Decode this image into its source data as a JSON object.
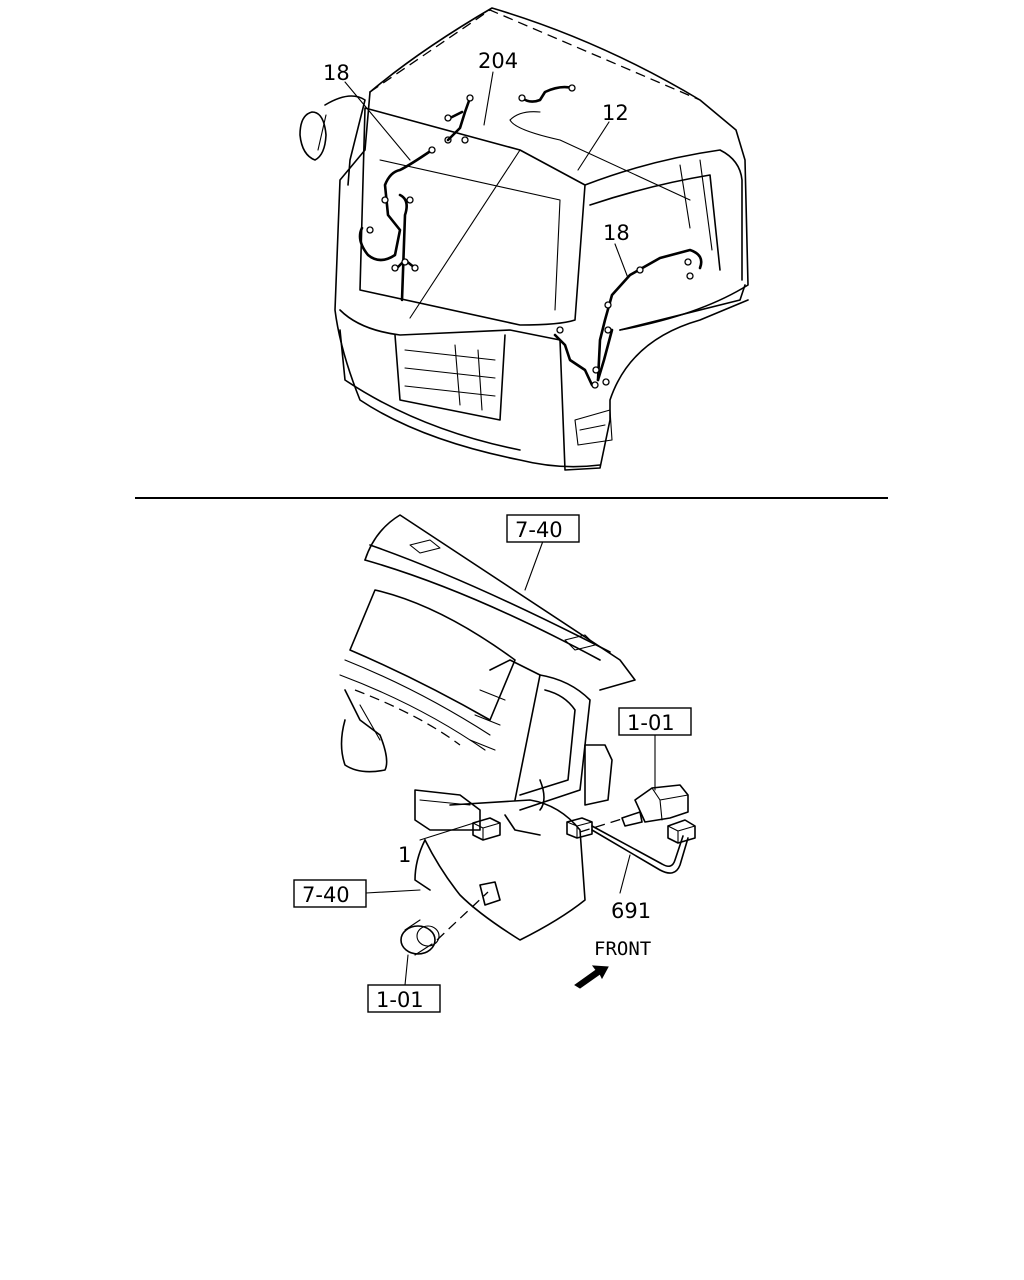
{
  "top_view": {
    "callouts": {
      "harness_left": "18",
      "harness_top": "204",
      "harness_roof": "12",
      "harness_right": "18"
    }
  },
  "bottom_view": {
    "callouts": {
      "dash_ref_top": "7-40",
      "switch_ref_right": "1-01",
      "part_1": "1",
      "dash_ref_left": "7-40",
      "part_691": "691",
      "switch_ref_bottom": "1-01"
    },
    "direction_label": "FRONT"
  }
}
